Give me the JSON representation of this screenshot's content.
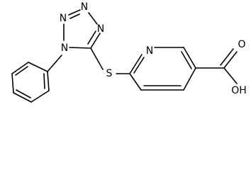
{
  "molecule": {
    "atom_labels": {
      "n_ring_1": "N",
      "n_ring_2": "N",
      "n_ring_3": "N",
      "n_ring_4": "N",
      "n_pyridine": "N",
      "sulfur": "S",
      "oxygen_carbonyl": "O",
      "hydroxyl": "OH"
    }
  }
}
